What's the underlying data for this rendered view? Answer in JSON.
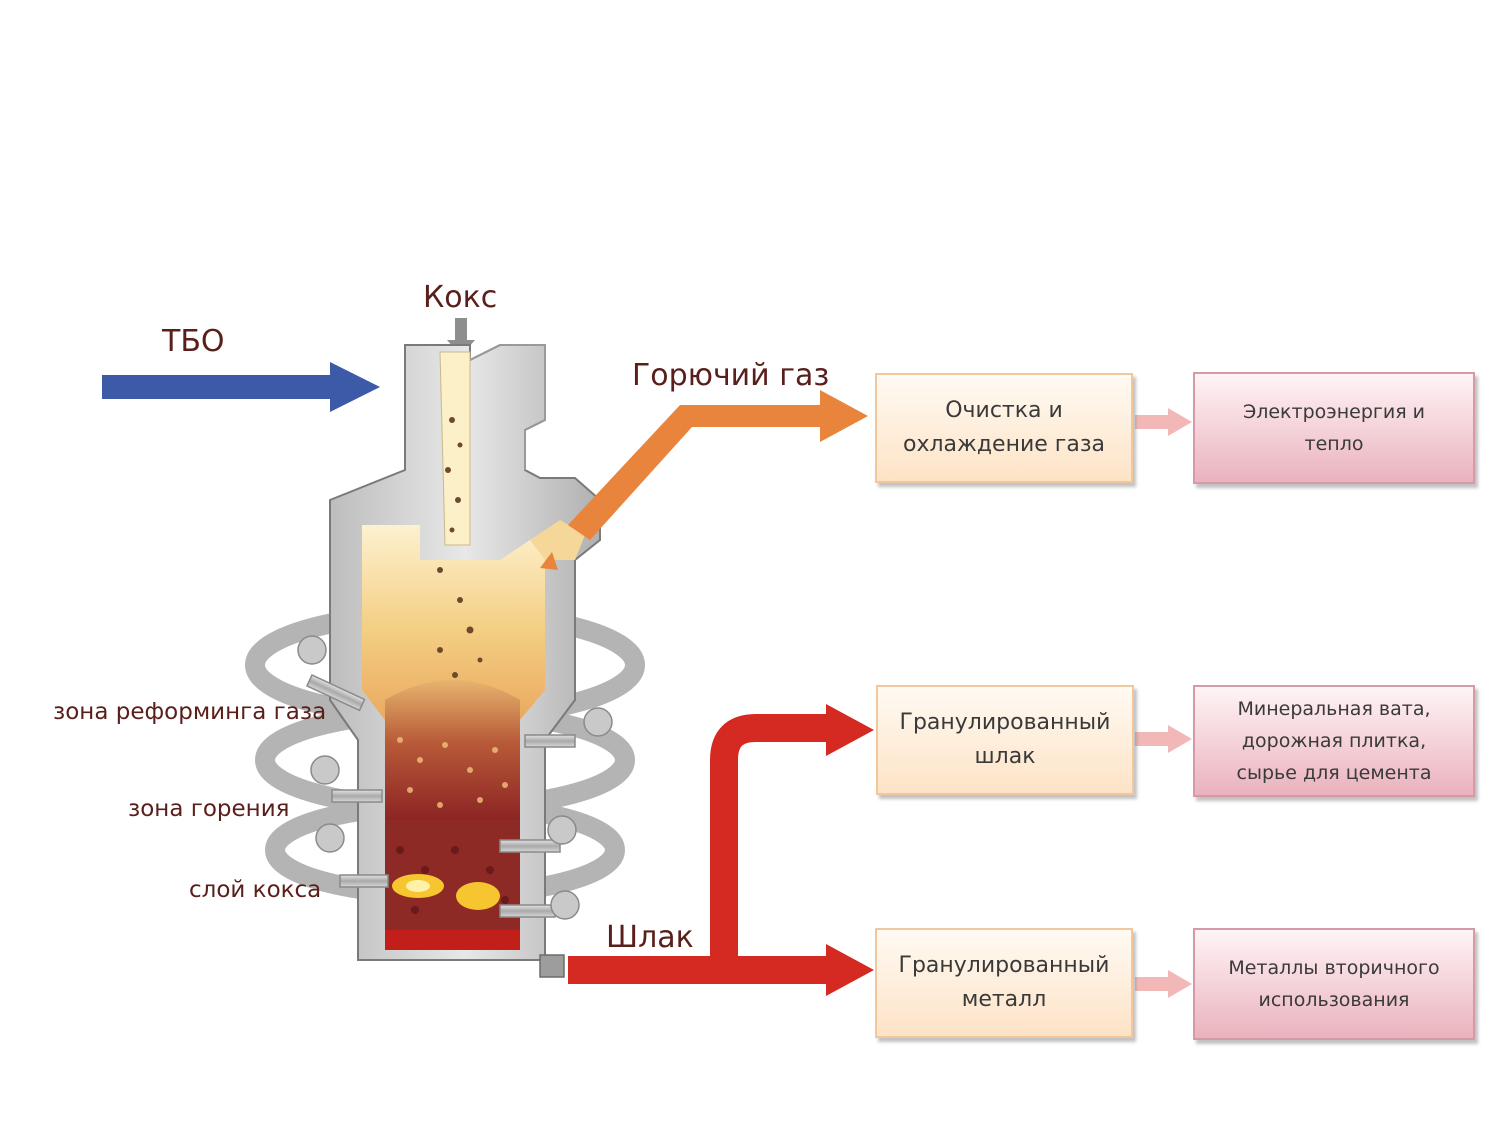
{
  "labels": {
    "msw": "ТБО",
    "coke": "Кокс",
    "fuel_gas": "Горючий газ",
    "slag": "Шлак",
    "reforming_zone": "зона реформинга газа",
    "combustion_zone": "зона горения",
    "coke_layer": "слой кокса"
  },
  "boxes": {
    "gas_cleaning": "Очистка и\nохлаждение газа",
    "electricity": "Электроэнергия и\nтепло",
    "granulated_slag": "Гранулированный\nшлак",
    "slag_products": "Минеральная вата,\nдорожная плитка,\nсырье для цемента",
    "granulated_metal": "Гранулированный\nметалл",
    "metal_products": "Металлы вторичного\nиспользования"
  },
  "colors": {
    "msw_arrow": "#3c5aa8",
    "gas_arrow": "#e8843c",
    "slag_arrow": "#d42a22",
    "link_arrow": "#f2b8b8",
    "label_text": "#5a1f1a"
  }
}
